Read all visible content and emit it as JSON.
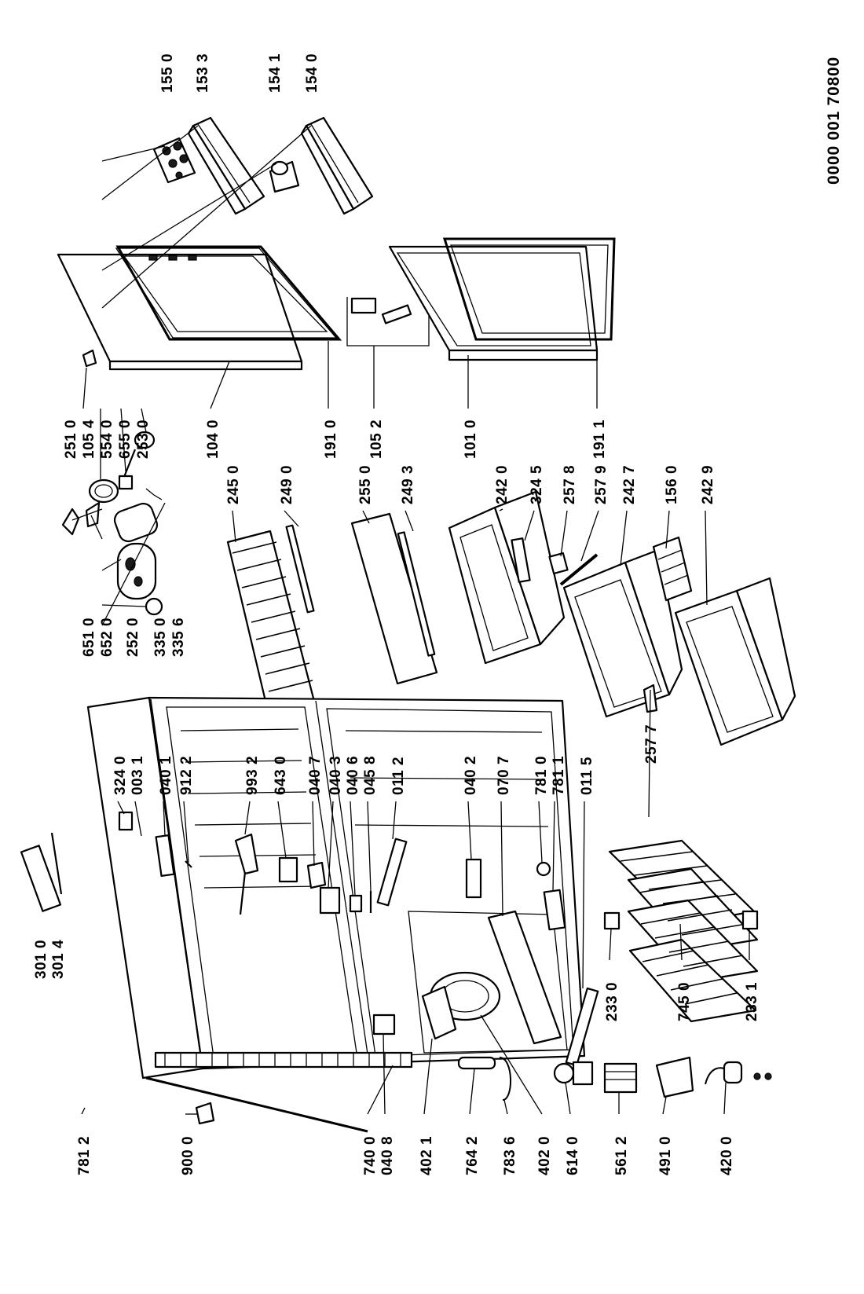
{
  "document_number": "0000 001 70800",
  "part_numbers": {
    "p155_0": "155 0",
    "p153_3": "153 3",
    "p154_1": "154 1",
    "p154_0": "154 0",
    "p301_0": "301 0",
    "p301_4": "301 4",
    "p324_0": "324 0",
    "p003_1": "003 1",
    "p040_1": "040 1",
    "p912_2": "912 2",
    "p993_2": "993 2",
    "p643_0": "643 0",
    "p040_7": "040 7",
    "p040_3": "040 3",
    "p040_6": "040 6",
    "p045_8": "045 8",
    "p011_2": "011 2",
    "p040_2": "040 2",
    "p070_7": "070 7",
    "p781_0": "781 0",
    "p781_1": "781 1",
    "p011_5": "011 5",
    "p651_0": "651 0",
    "p652_0": "652 0",
    "p252_0": "252 0",
    "p335_0": "335 0",
    "p335_6": "335 6",
    "p251_0": "251 0",
    "p105_4": "105 4",
    "p554_0": "554 0",
    "p655_0": "655 0",
    "p253_0": "253 0",
    "p104_0": "104 0",
    "p191_0": "191 0",
    "p105_2": "105 2",
    "p101_0": "101 0",
    "p191_1": "191 1",
    "p245_0": "245 0",
    "p249_0": "249 0",
    "p255_0": "255 0",
    "p249_3": "249 3",
    "p242_0": "242 0",
    "p324_5": "324 5",
    "p257_8": "257 8",
    "p257_9": "257 9",
    "p242_7": "242 7",
    "p156_0": "156 0",
    "p242_9": "242 9",
    "p257_7": "257 7",
    "p233_0": "233 0",
    "p745_0": "745 0",
    "p233_1": "233 1",
    "p781_2": "781 2",
    "p900_0": "900 0",
    "p740_0": "740 0",
    "p040_8": "040 8",
    "p402_1": "402 1",
    "p764_2": "764 2",
    "p783_6": "783 6",
    "p402_0": "402 0",
    "p614_0": "614 0",
    "p561_2": "561 2",
    "p491_0": "491 0",
    "p420_0": "420 0"
  }
}
